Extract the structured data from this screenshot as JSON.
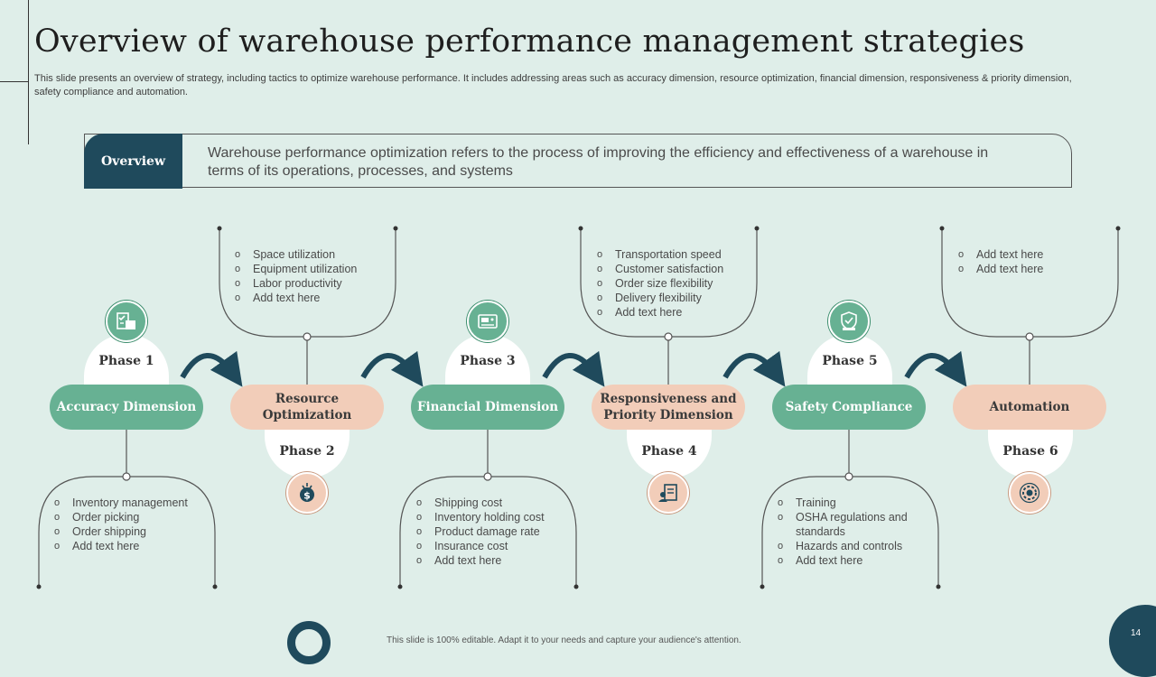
{
  "title": "Overview of warehouse performance management strategies",
  "subtitle": "This slide presents an overview of strategy, including tactics to optimize warehouse performance. It includes addressing areas such as accuracy dimension, resource optimization, financial dimension, responsiveness & priority dimension, safety compliance and automation.",
  "overview": {
    "label": "Overview",
    "text": "Warehouse performance optimization refers to the process of improving the efficiency and effectiveness of a warehouse in terms of its operations, processes, and systems"
  },
  "phases": [
    {
      "phase": "Phase 1",
      "name": "Accuracy Dimension",
      "icon": "checklist-icon",
      "bullets": [
        "Inventory  management",
        "Order  picking",
        "Order  shipping",
        "Add text here"
      ]
    },
    {
      "phase": "Phase 2",
      "name": "Resource Optimization",
      "icon": "dollar-gear-icon",
      "bullets": [
        "Space utilization",
        "Equipment utilization",
        "Labor productivity",
        "Add text here"
      ]
    },
    {
      "phase": "Phase 3",
      "name": "Financial Dimension",
      "icon": "payment-terminal-icon",
      "bullets": [
        "Shipping cost",
        "Inventory  holding cost",
        "Product damage rate",
        "Insurance  cost",
        "Add text here"
      ]
    },
    {
      "phase": "Phase 4",
      "name": "Responsiveness and Priority Dimension",
      "icon": "clipboard-user-icon",
      "bullets": [
        "Transportation  speed",
        "Customer  satisfaction",
        "Order  size flexibility",
        "Delivery  flexibility",
        "Add text here"
      ]
    },
    {
      "phase": "Phase 5",
      "name": "Safety Compliance",
      "icon": "shield-badge-icon",
      "bullets": [
        "Training",
        "OSHA regulations  and standards",
        "Hazards and controls",
        "Add text here"
      ]
    },
    {
      "phase": "Phase 6",
      "name": "Automation",
      "icon": "automation-gear-icon",
      "bullets": [
        "Add text here",
        "Add text here"
      ]
    }
  ],
  "footer": "This slide is 100% editable.  Adapt it to your needs and capture your audience's attention.",
  "page_number": "14",
  "colors": {
    "green": "#67b193",
    "peach": "#f2cdb9",
    "navy": "#1f4a5c",
    "background": "#dfeee9"
  }
}
